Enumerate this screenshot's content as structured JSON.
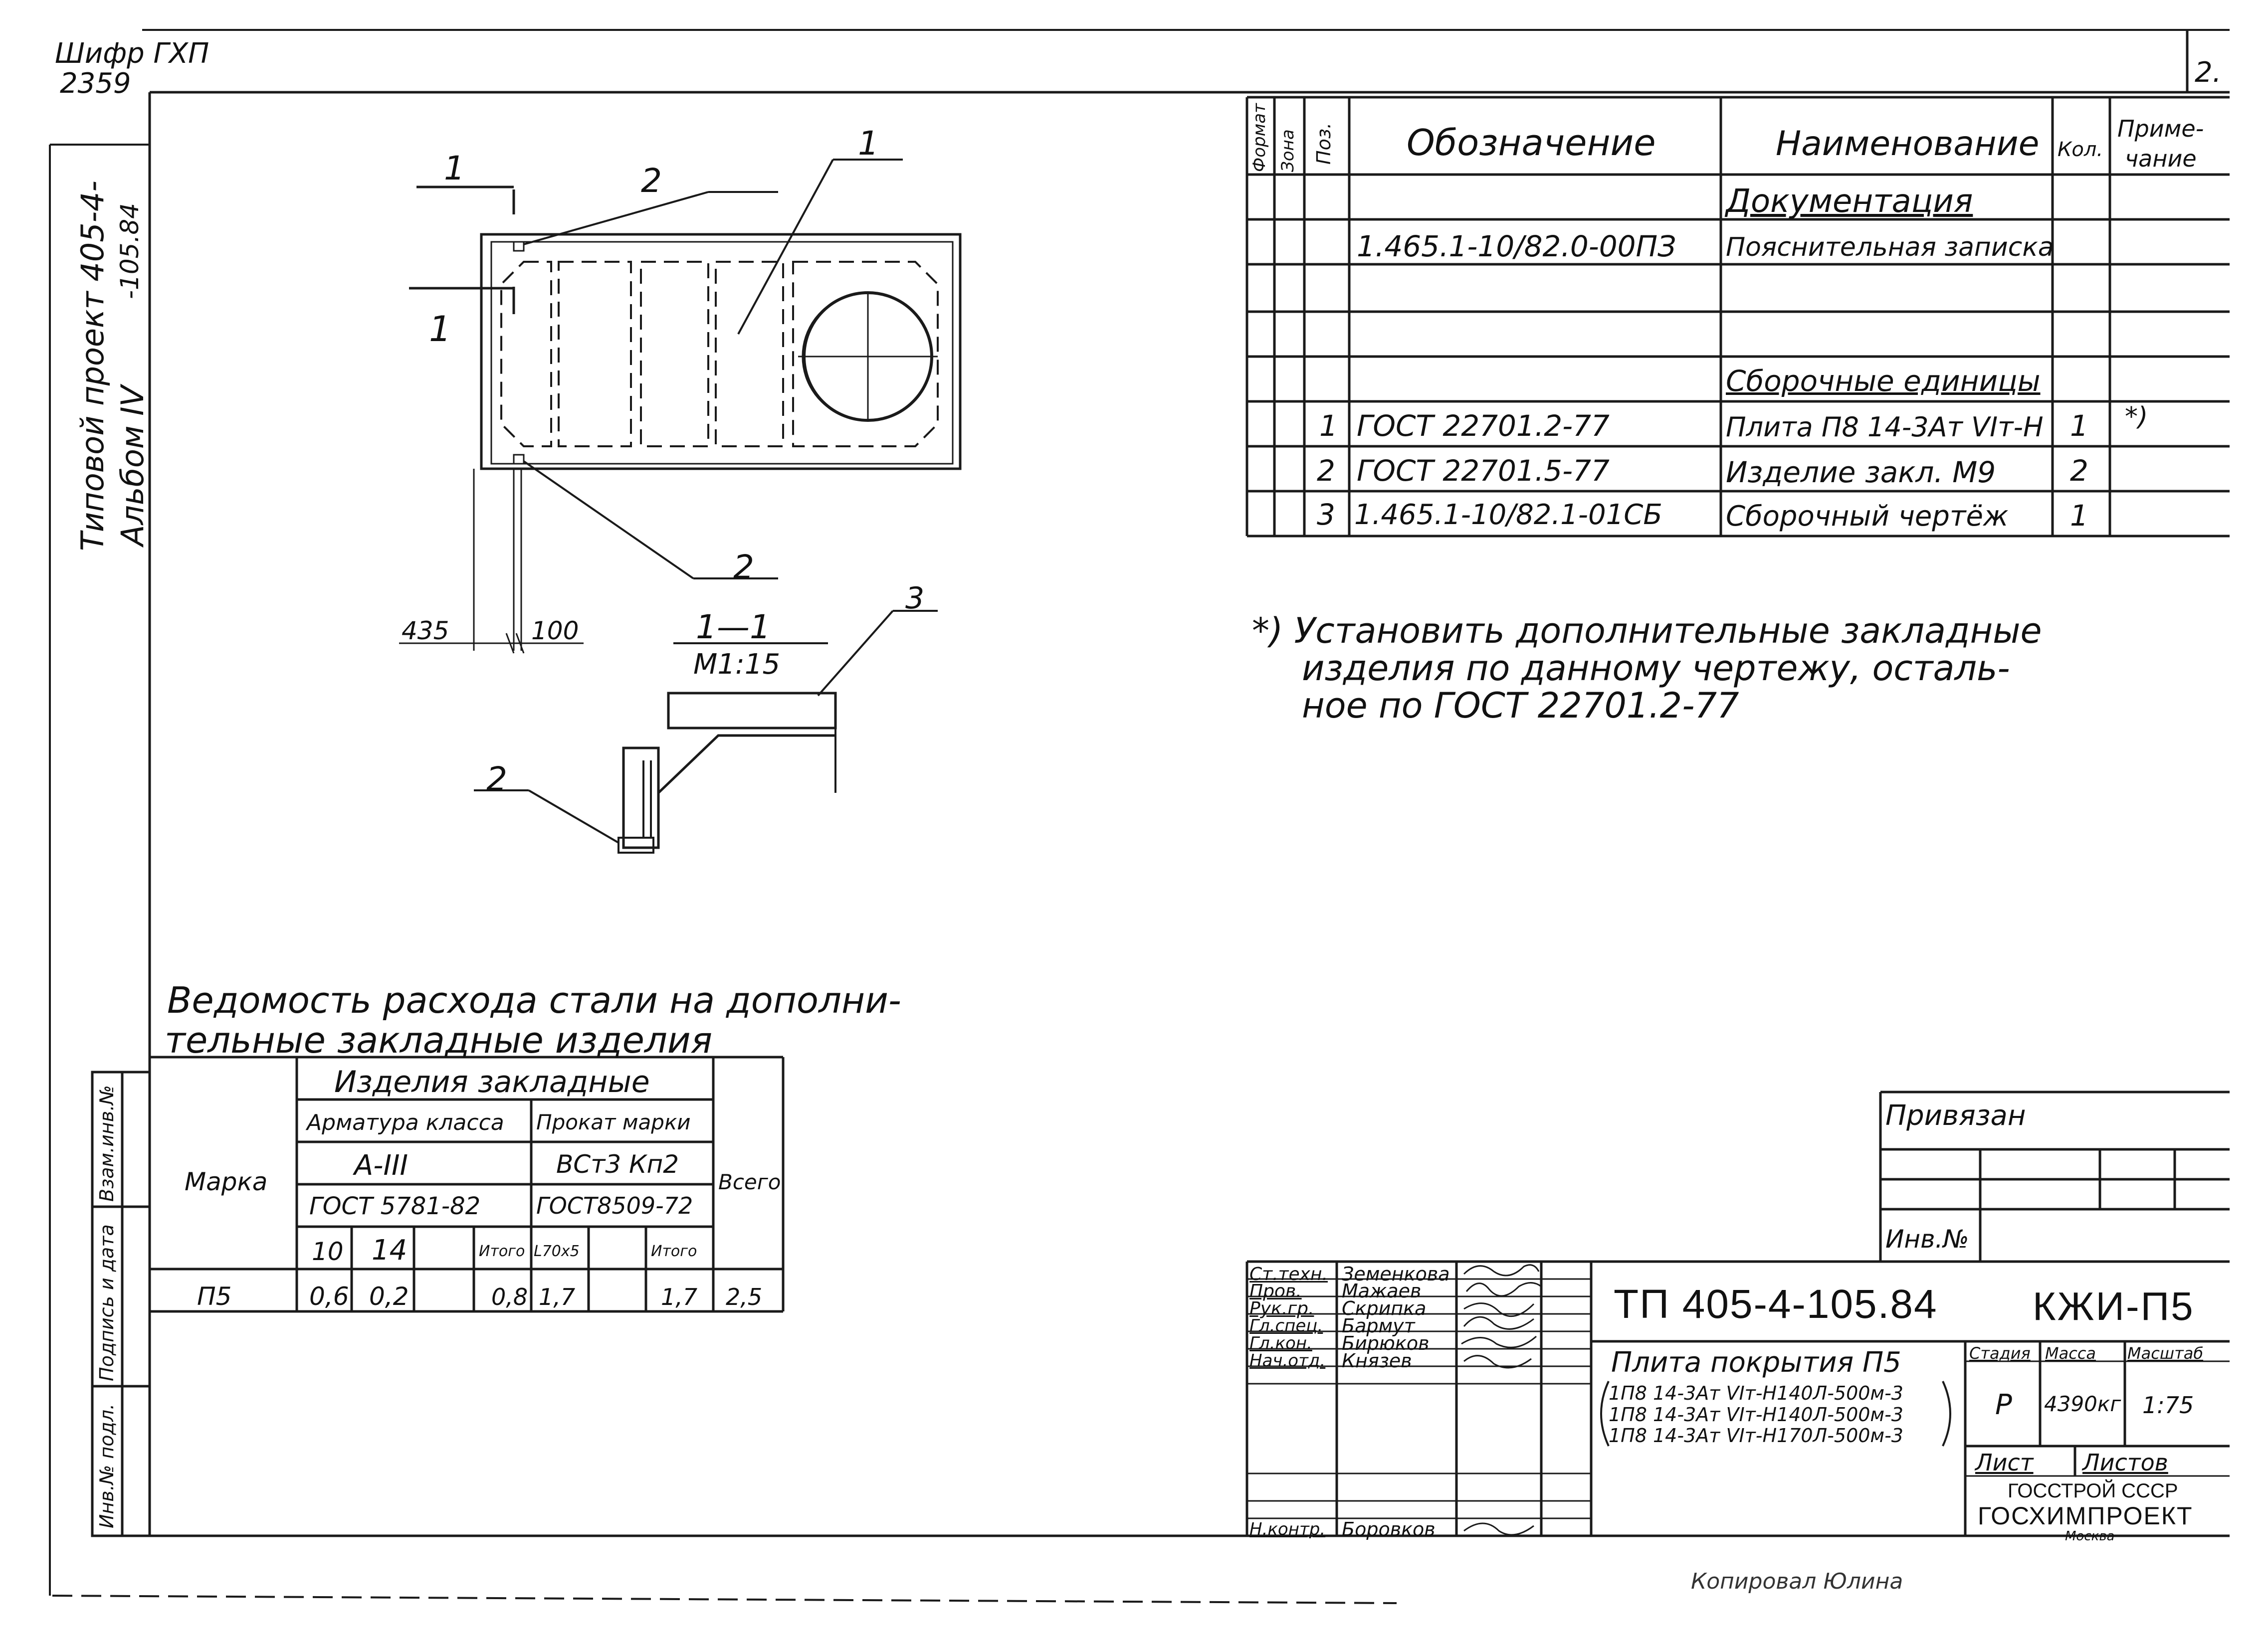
{
  "corner": {
    "cipher_label": "Шифр ГХП",
    "cipher_number": "2359",
    "sheet_no": "2."
  },
  "side_stamp": {
    "project": "Типовой проект 405-4-",
    "album": "Альбом IV",
    "album_suffix": "-105.84"
  },
  "spec_table": {
    "headers": {
      "format": "Формат",
      "zone": "Зона",
      "pos": "Поз.",
      "designation": "Обозначение",
      "name": "Наименование",
      "qty": "Кол.",
      "note1": "Приме-",
      "note2": "чание"
    },
    "rows": [
      {
        "pos": "",
        "designation": "",
        "name": "Документация",
        "qty": "",
        "note": ""
      },
      {
        "pos": "",
        "designation": "1.465.1-10/82.0-00ПЗ",
        "name": "Пояснительная записка",
        "qty": "",
        "note": ""
      },
      {
        "pos": "",
        "designation": "",
        "name": "",
        "qty": "",
        "note": ""
      },
      {
        "pos": "",
        "designation": "",
        "name": "Сборочные единицы",
        "qty": "",
        "note": ""
      },
      {
        "pos": "1",
        "designation": "ГОСТ 22701.2-77",
        "name": "Плита П8 14-3Ат VIт-Н",
        "qty": "1",
        "note": "*)"
      },
      {
        "pos": "2",
        "designation": "ГОСТ 22701.5-77",
        "name": "Изделие закл. М9",
        "qty": "2",
        "note": ""
      },
      {
        "pos": "3",
        "designation": "1.465.1-10/82.1-01СБ",
        "name": "Сборочный чертёж",
        "qty": "1",
        "note": ""
      }
    ]
  },
  "footnote": {
    "line1": "*) Установить дополнительные закладные",
    "line2": "изделия по данному чертежу, осталь-",
    "line3": "ное по ГОСТ 22701.2-77"
  },
  "drawing": {
    "callout_1_top": "1",
    "callout_2_top": "2",
    "callout_1_right": "1",
    "callout_1_left": "1",
    "callout_1_section": "1",
    "callout_2_bottom": "2",
    "dim_435": "435",
    "dim_100": "100",
    "section_label": "1—1",
    "section_scale": "М1:15",
    "callout_3": "3",
    "callout_2_section": "2"
  },
  "steel": {
    "title_line1": "Ведомость расхода стали на дополни-",
    "title_line2": "тельные закладные изделия",
    "hdr_items": "Изделия закладные",
    "hdr_rebar": "Арматура класса",
    "hdr_rolled": "Прокат марки",
    "hdr_mark": "Марка",
    "hdr_rebar_class": "А-III",
    "hdr_rolled_grade": "ВСт3 Кп2",
    "hdr_total": "Всего",
    "hdr_gost_rebar": "ГОСТ 5781-82",
    "hdr_gost_rolled": "ГОСТ8509-72",
    "hdr_d10": "10",
    "hdr_d14": "14",
    "hdr_itogo1": "Итого",
    "hdr_l70": "L70х5",
    "hdr_itogo2": "Итого",
    "row": {
      "mark": "П5",
      "d10": "0,6",
      "d14": "0,2",
      "itogo1": "0,8",
      "l70": "1,7",
      "itogo2": "1,7",
      "total": "2,5"
    }
  },
  "left_stamp": {
    "inv_orig": "Инв.№ подл.",
    "sign_date": "Подпись и дата",
    "replace_inv": "Взам.инв.№"
  },
  "binding": {
    "label": "Привязан",
    "inv": "Инв.№"
  },
  "title_block": {
    "people": [
      {
        "role": "Ст.техн.",
        "name": "Земенкова"
      },
      {
        "role": "Пров.",
        "name": "Мажаев"
      },
      {
        "role": "Рук.гр.",
        "name": "Скрипка"
      },
      {
        "role": "Гл.спец.",
        "name": "Бармут"
      },
      {
        "role": "Гл.кон.",
        "name": "Бирюков"
      },
      {
        "role": "Нач.отд.",
        "name": "Князев"
      },
      {
        "role": "",
        "name": ""
      },
      {
        "role": "",
        "name": ""
      },
      {
        "role": "Н.контр.",
        "name": "Боровков"
      }
    ],
    "code": "ТП 405-4-105.84",
    "mark": "КЖИ-П5",
    "product_title": "Плита покрытия П5",
    "variant1": "1П8 14-3Ат VIт-Н140Л-500м-3",
    "variant2": "1П8 14-3Ат VIт-Н140Л-500м-3",
    "variant3": "1П8 14-3Ат VIт-Н170Л-500м-3",
    "stage_hdr": "Стадия",
    "mass_hdr": "Масса",
    "scale_hdr": "Масштаб",
    "stage": "Р",
    "mass": "4390кг",
    "scale": "1:75",
    "sheet_hdr": "Лист",
    "sheets_hdr": "Листов",
    "org1": "ГОССТРОЙ СССР",
    "org2": "ГОСХИМПРОЕКТ",
    "city": "Москва"
  },
  "copied_by": "Копировал Юлина"
}
